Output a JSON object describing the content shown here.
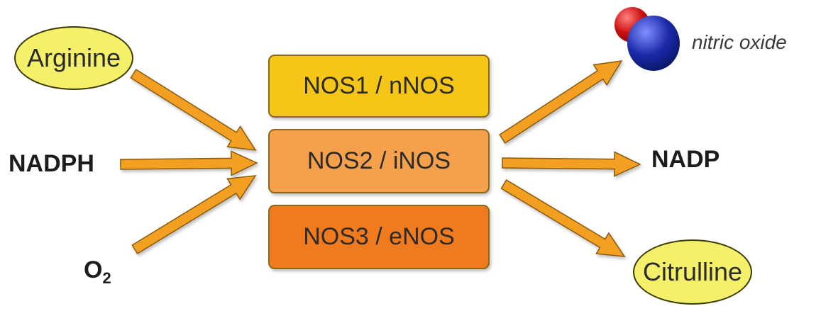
{
  "inputs": {
    "arginine": "Arginine",
    "nadph": "NADPH",
    "o2_main": "O",
    "o2_sub": "2"
  },
  "enzymes": [
    {
      "label": "NOS1 / nNOS",
      "color": "#f5c518"
    },
    {
      "label": "NOS2 / iNOS",
      "color": "#f5a04a"
    },
    {
      "label": "NOS3 / eNOS",
      "color": "#f07a1e"
    }
  ],
  "outputs": {
    "nitric_oxide": "nitric oxide",
    "nadp": "NADP",
    "citrulline": "Citrulline"
  },
  "colors": {
    "ellipse_fill": "#f5f06a",
    "arrow": "#f3a020",
    "arrow_stroke": "#8a5a10",
    "oxygen_atom": "#cc1010",
    "nitrogen_atom": "#1a2aa8"
  }
}
